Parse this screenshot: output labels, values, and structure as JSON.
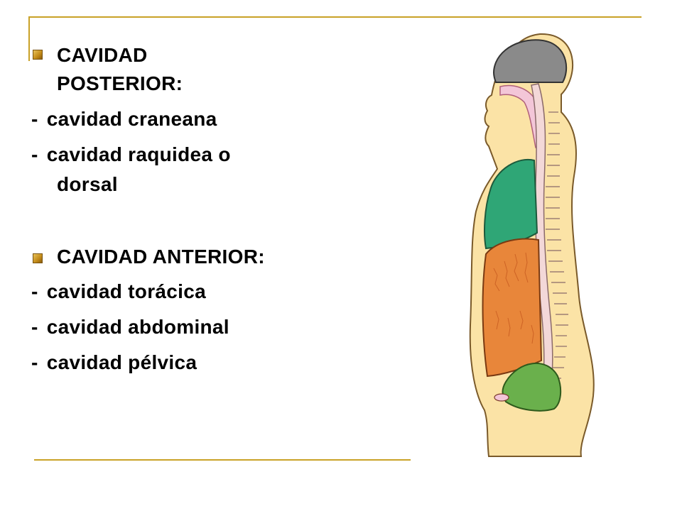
{
  "slide": {
    "sections": [
      {
        "heading_line1": "CAVIDAD",
        "heading_line2": "POSTERIOR:",
        "items": [
          {
            "dash": "-",
            "text": "cavidad craneana"
          },
          {
            "dash": "-",
            "text": "cavidad raquidea o"
          },
          {
            "dash": "",
            "text": "dorsal"
          }
        ]
      },
      {
        "heading_line1": "CAVIDAD ANTERIOR:",
        "items": [
          {
            "dash": "-",
            "text": "cavidad torácica"
          },
          {
            "dash": "-",
            "text": "cavidad abdominal"
          },
          {
            "dash": "-",
            "text": "cavidad pélvica"
          }
        ]
      }
    ]
  },
  "colors": {
    "accent": "#c9a227",
    "cranial": "#8a8a8a",
    "thoracic": "#2fa676",
    "abdominal": "#e8863a",
    "pelvic": "#6ab04c",
    "body": "#fbe3a6",
    "spine": "#f3d8d8"
  },
  "figure": {
    "icon": "anatomy-body-cavities-illustration"
  }
}
